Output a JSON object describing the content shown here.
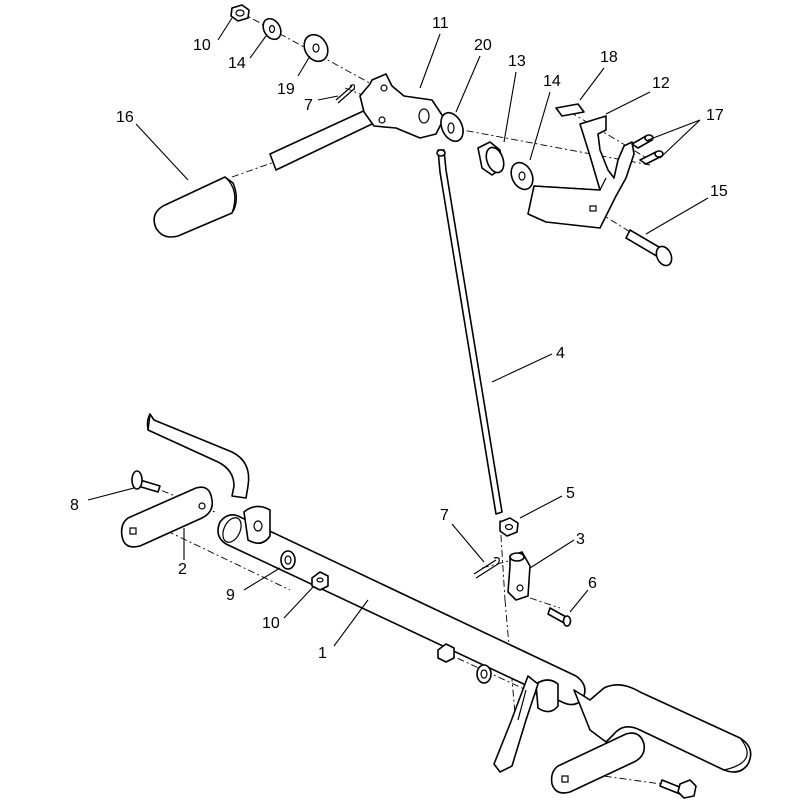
{
  "callouts": {
    "c10a": "10",
    "c14a": "14",
    "c19": "19",
    "c7a": "7",
    "c11": "11",
    "c20": "20",
    "c13": "13",
    "c14b": "14",
    "c18": "18",
    "c12": "12",
    "c17": "17",
    "c16": "16",
    "c15": "15",
    "c4": "4",
    "c5": "5",
    "c7b": "7",
    "c3": "3",
    "c6": "6",
    "c8": "8",
    "c2": "2",
    "c9": "9",
    "c10b": "10",
    "c1": "1"
  }
}
